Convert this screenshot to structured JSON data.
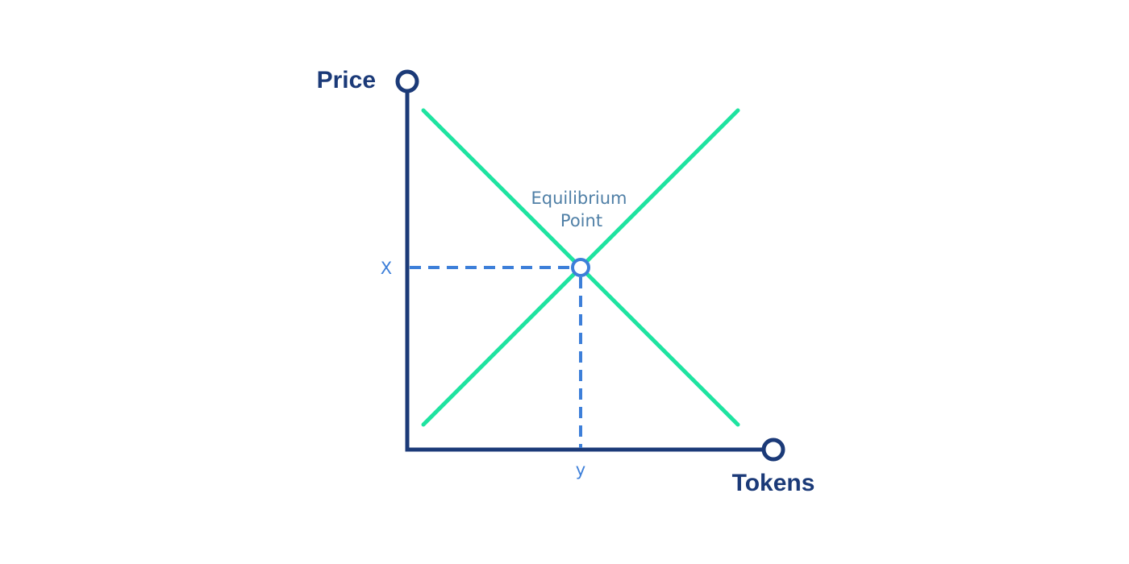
{
  "diagram": {
    "axes": {
      "y_title": "Price",
      "x_title": "Tokens"
    },
    "equilibrium": {
      "label_line1": "Equilibrium",
      "label_line2": "Point",
      "price_label": "X",
      "quantity_label": "y"
    },
    "colors": {
      "axis": "#1b3a78",
      "curve": "#1ee3a0",
      "dashed": "#3d7fd9",
      "label": "#4f7fa6",
      "tick_label": "#3d7fd9"
    }
  }
}
